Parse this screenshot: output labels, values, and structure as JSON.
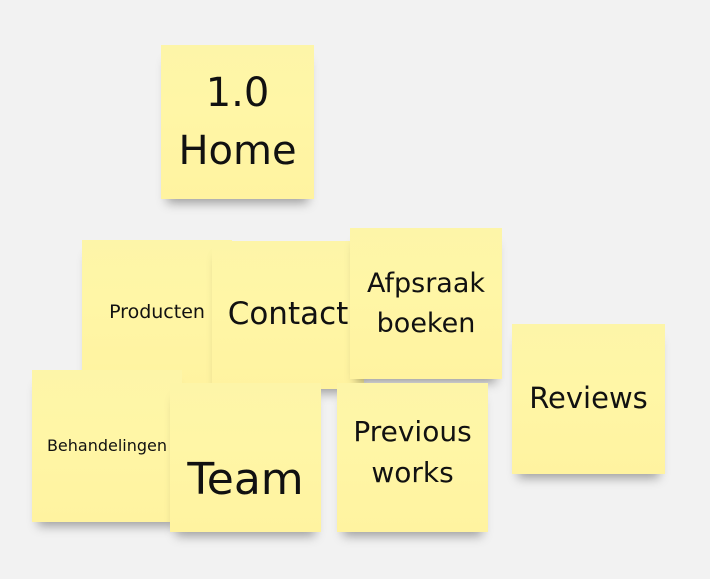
{
  "board": {
    "notes": {
      "home": "1.0\nHome",
      "producten": "Producten",
      "contact": "Contact",
      "afspraak": "Afpsraak\nboeken",
      "reviews": "Reviews",
      "behandelingen": "Behandelingen",
      "team": "Team",
      "previous_works": "Previous\nworks"
    },
    "note_color": "#fff6a6",
    "background_color": "#f2f2f2"
  }
}
